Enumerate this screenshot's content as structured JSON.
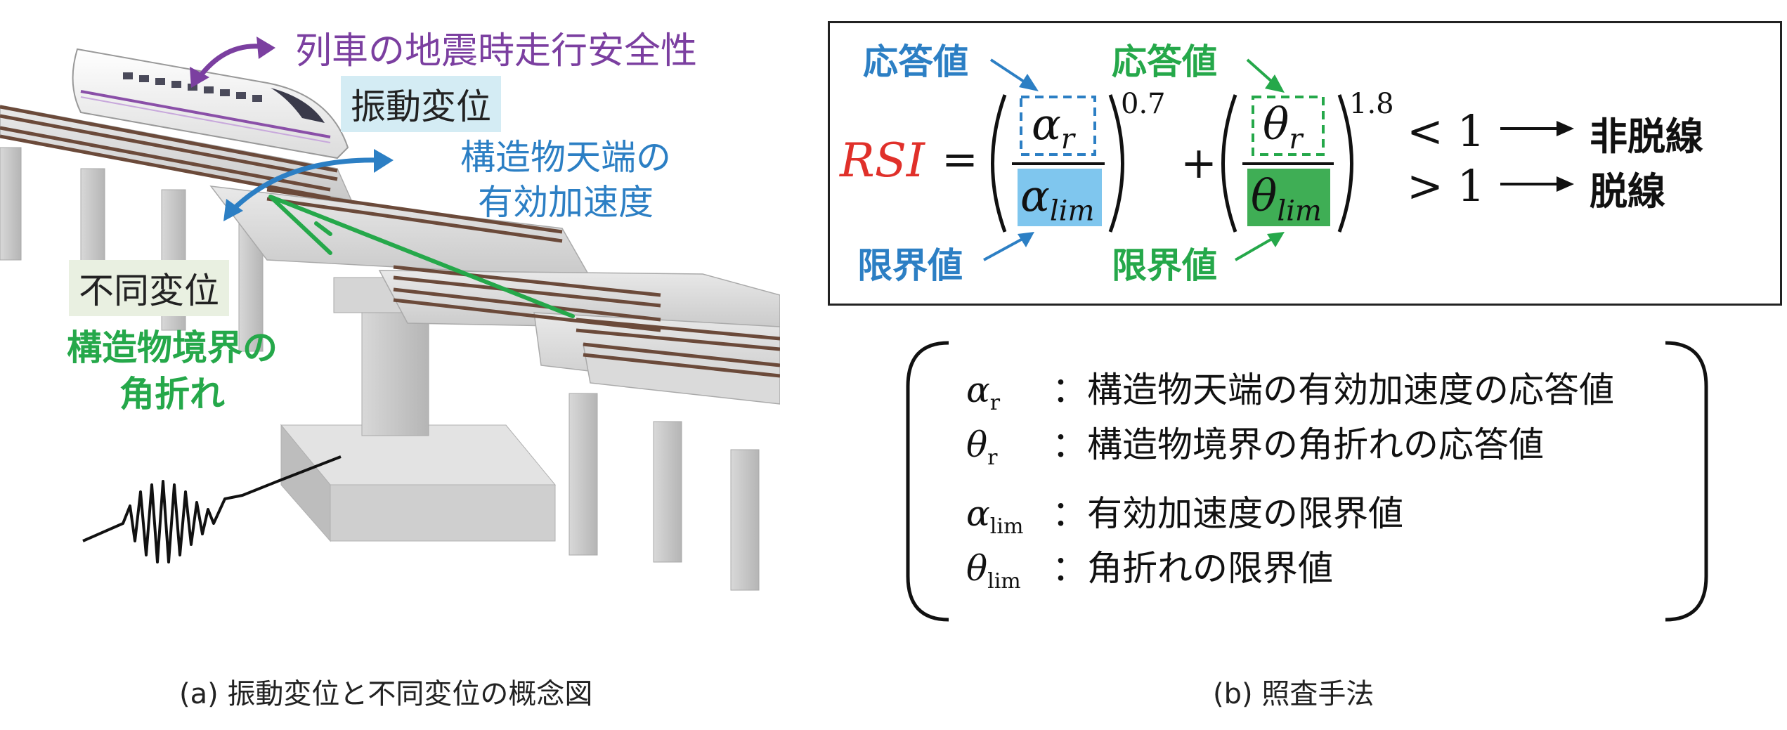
{
  "left_panel": {
    "labels": {
      "seismic_safety": "列車の地震時走行安全性",
      "vibration_disp": "振動変位",
      "effective_accel_line1": "構造物天端の",
      "effective_accel_line2": "有効加速度",
      "relative_disp": "不同変位",
      "angle_break_line1": "構造物境界の",
      "angle_break_line2": "角折れ"
    },
    "caption": "(a) 振動変位と不同変位の概念図"
  },
  "right_panel": {
    "formula": {
      "lhs": "RSI",
      "equals": "=",
      "term1_num": "α",
      "term1_num_sub": "r",
      "term1_den": "α",
      "term1_den_sub": "lim",
      "exp1": "0.7",
      "plus": "+",
      "term2_num": "θ",
      "term2_num_sub": "r",
      "term2_den": "θ",
      "term2_den_sub": "lim",
      "exp2": "1.8",
      "cond1_op": "< 1",
      "cond1_result": "非脱線",
      "cond2_op": "> 1",
      "cond2_result": "脱線",
      "response_label_blue": "応答値",
      "limit_label_blue": "限界値",
      "response_label_green": "応答値",
      "limit_label_green": "限界値"
    },
    "definitions": [
      {
        "sym": "α",
        "sub": "r",
        "desc": "：構造物天端の有効加速度の応答値"
      },
      {
        "sym": "θ",
        "sub": "r",
        "desc": "：構造物境界の角折れの応答値"
      },
      {
        "sym": "α",
        "sub": "lim",
        "desc": "：有効加速度の限界値"
      },
      {
        "sym": "θ",
        "sub": "lim",
        "desc": "：角折れの限界値"
      }
    ],
    "caption": "(b) 照査手法"
  },
  "colors": {
    "purple": "#7b3fa0",
    "blue": "#2c7fc4",
    "green": "#25a84a",
    "red": "#e0302a",
    "blue_fill": "#7fc6ee",
    "green_fill": "#3fae55"
  }
}
